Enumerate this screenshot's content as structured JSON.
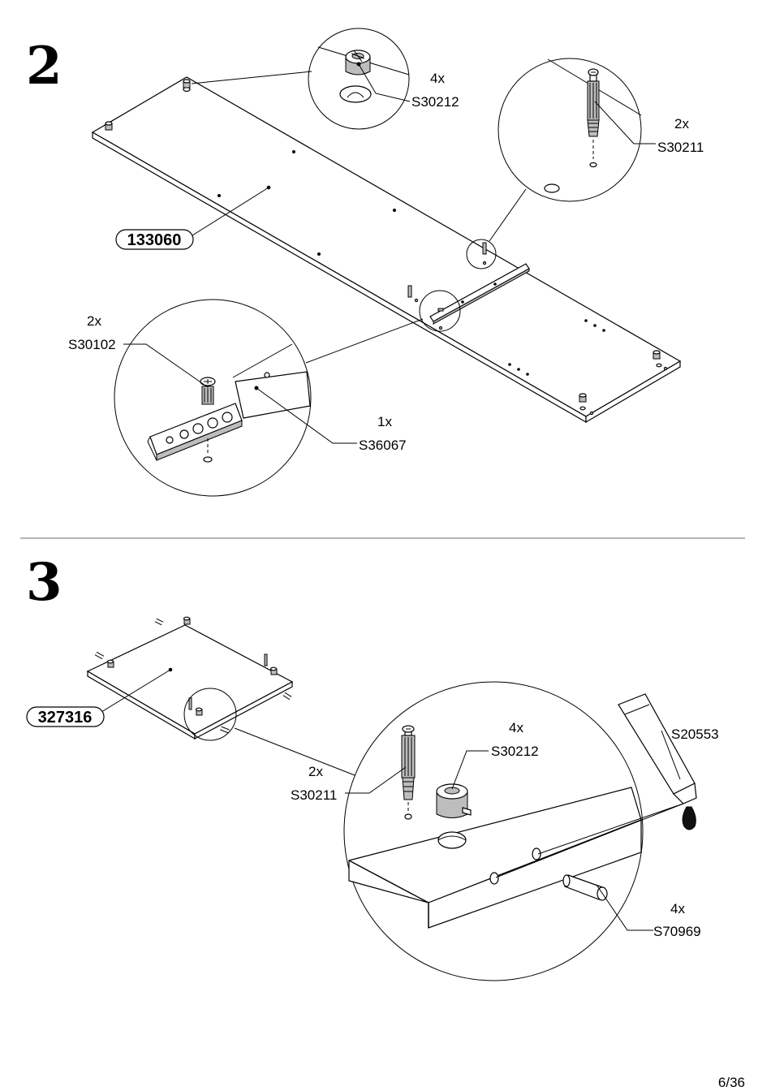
{
  "steps": [
    {
      "number": "2",
      "panel_label": "133060",
      "callouts": [
        {
          "qty": "4x",
          "code": "S30212"
        },
        {
          "qty": "2x",
          "code": "S30211"
        },
        {
          "qty": "2x",
          "code": "S30102"
        },
        {
          "qty": "1x",
          "code": "S36067"
        }
      ]
    },
    {
      "number": "3",
      "panel_label": "327316",
      "callouts": [
        {
          "qty": "2x",
          "code": "S30211"
        },
        {
          "qty": "4x",
          "code": "S30212"
        },
        {
          "qty": "",
          "code": "S20553"
        },
        {
          "qty": "4x",
          "code": "S70969"
        }
      ]
    }
  ],
  "page_number": "6/36"
}
